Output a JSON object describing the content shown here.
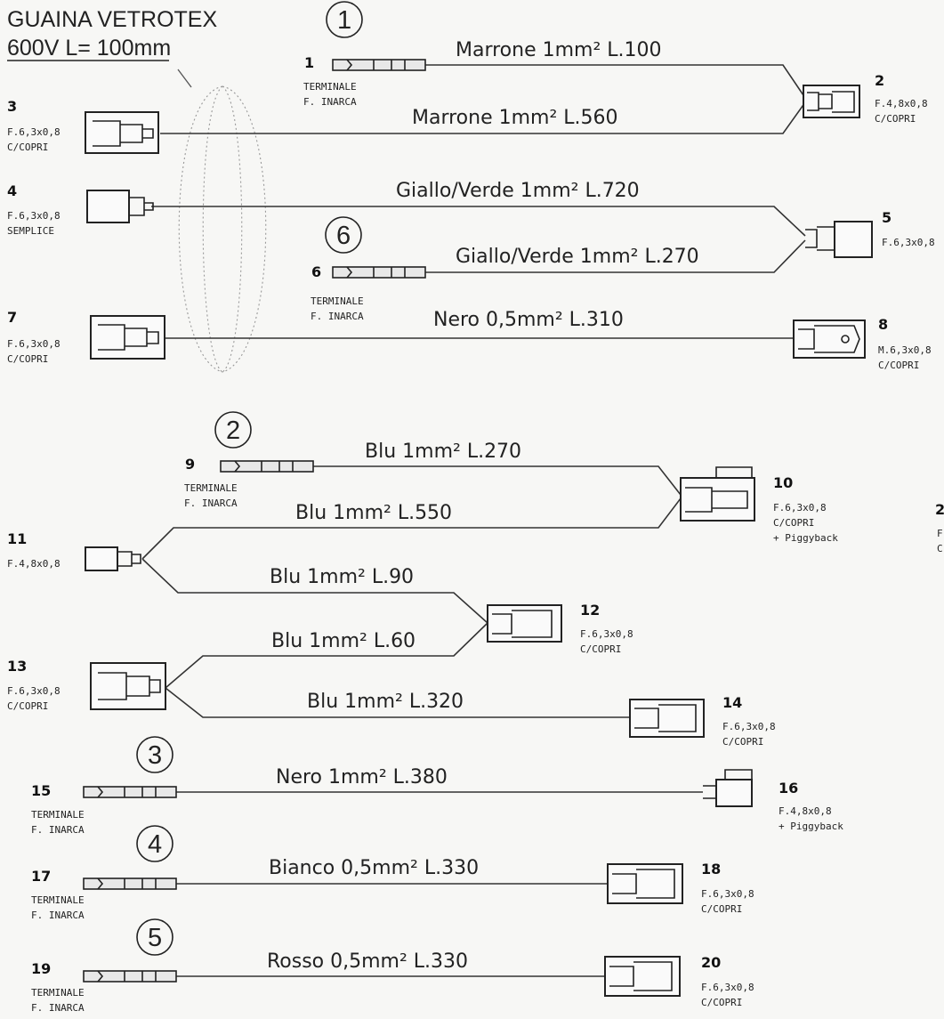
{
  "sheath": {
    "line1": "GUAINA VETROTEX",
    "line2": "600V L= 100mm"
  },
  "groups": [
    "1",
    "6",
    "2",
    "3",
    "4",
    "5"
  ],
  "wires": [
    "Marrone 1mm² L.100",
    "Marrone 1mm² L.560",
    "Giallo/Verde 1mm² L.720",
    "Giallo/Verde 1mm² L.270",
    "Nero 0,5mm² L.310",
    "Blu 1mm² L.270",
    "Blu 1mm² L.550",
    "Blu 1mm² L.90",
    "Blu 1mm² L.60",
    "Blu 1mm² L.320",
    "Nero 1mm² L.380",
    "Bianco 0,5mm² L.330",
    "Rosso 0,5mm² L.330"
  ],
  "connectors": [
    {
      "num": "1",
      "spec": [
        "TERMINALE",
        "F. INARCA"
      ]
    },
    {
      "num": "2",
      "spec": [
        "F.4,8x0,8",
        "C/COPRI"
      ]
    },
    {
      "num": "3",
      "spec": [
        "F.6,3x0,8",
        "C/COPRI"
      ]
    },
    {
      "num": "4",
      "spec": [
        "F.6,3x0,8",
        "SEMPLICE"
      ]
    },
    {
      "num": "5",
      "spec": [
        "F.6,3x0,8"
      ]
    },
    {
      "num": "6",
      "spec": [
        "TERMINALE",
        "F. INARCA"
      ]
    },
    {
      "num": "7",
      "spec": [
        "F.6,3x0,8",
        "C/COPRI"
      ]
    },
    {
      "num": "8",
      "spec": [
        "M.6,3x0,8",
        "C/COPRI"
      ]
    },
    {
      "num": "9",
      "spec": [
        "TERMINALE",
        "F. INARCA"
      ]
    },
    {
      "num": "10",
      "spec": [
        "F.6,3x0,8",
        "C/COPRI",
        "+ Piggyback"
      ]
    },
    {
      "num": "11",
      "spec": [
        "F.4,8x0,8"
      ]
    },
    {
      "num": "12",
      "spec": [
        "F.6,3x0,8",
        "C/COPRI"
      ]
    },
    {
      "num": "13",
      "spec": [
        "F.6,3x0,8",
        "C/COPRI"
      ]
    },
    {
      "num": "14",
      "spec": [
        "F.6,3x0,8",
        "C/COPRI"
      ]
    },
    {
      "num": "15",
      "spec": [
        "TERMINALE",
        "F. INARCA"
      ]
    },
    {
      "num": "16",
      "spec": [
        "F.4,8x0,8",
        "+ Piggyback"
      ]
    },
    {
      "num": "17",
      "spec": [
        "TERMINALE",
        "F. INARCA"
      ]
    },
    {
      "num": "18",
      "spec": [
        "F.6,3x0,8",
        "C/COPRI"
      ]
    },
    {
      "num": "19",
      "spec": [
        "TERMINALE",
        "F. INARCA"
      ]
    },
    {
      "num": "20",
      "spec": [
        "F.6,3x0,8",
        "C/COPRI"
      ]
    }
  ],
  "cutoff": {
    "num": "2",
    "l1": "F",
    "l2": "C"
  }
}
